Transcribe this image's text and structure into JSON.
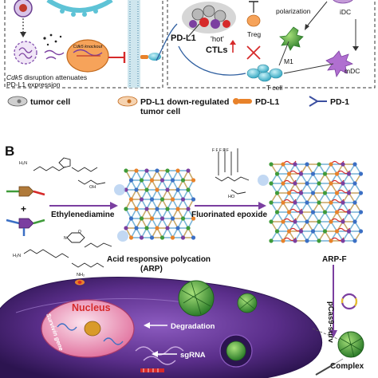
{
  "panel_a": {
    "cdk5_knockout": "Cdk5 knockout",
    "disruption_line1_gene": "Cdk5",
    "disruption_line1_rest": " disruption attenuates",
    "disruption_line2": "PD-L1 expression",
    "pd_l1": "PD-L1",
    "hot": "'hot'",
    "ctls": "CTLs",
    "treg": "Treg",
    "polarization": "polarization",
    "idc": "iDC",
    "m1": "M1",
    "mdc": "mDC",
    "t_cell": "T cell"
  },
  "legend": {
    "tumor_cell": "tumor cell",
    "pdl1_down_line1": "PD-L1 down-regulated",
    "pdl1_down_line2": "tumor cell",
    "pd_l1": "PD-L1",
    "pd_1": "PD-1"
  },
  "panel_b": {
    "label": "B",
    "ethylenediamine": "Ethylenediamine",
    "fluorinated_epoxide": "Fluorinated epoxide",
    "acid_responsive_line1": "Acid responsive polycation",
    "acid_responsive_line2": "(ARP)",
    "arp_f": "ARP-F",
    "pcas9_surv": "pCas9-surv",
    "nucleus": "Nucleus",
    "survivin_gene": "Survivin gene",
    "degradation": "Degradation",
    "sgrna": "sgRNA",
    "complex": "Complex"
  },
  "colors": {
    "orange": "#e8822a",
    "green_node": "#3f9b3a",
    "purple_node": "#7b3fa0",
    "blue_node": "#3b6fc4",
    "cell_purple": "#5a2e8a",
    "nucleus_pink": "#e58fb0",
    "cyan_cell": "#5ec3d6",
    "red": "#d62a2a"
  }
}
